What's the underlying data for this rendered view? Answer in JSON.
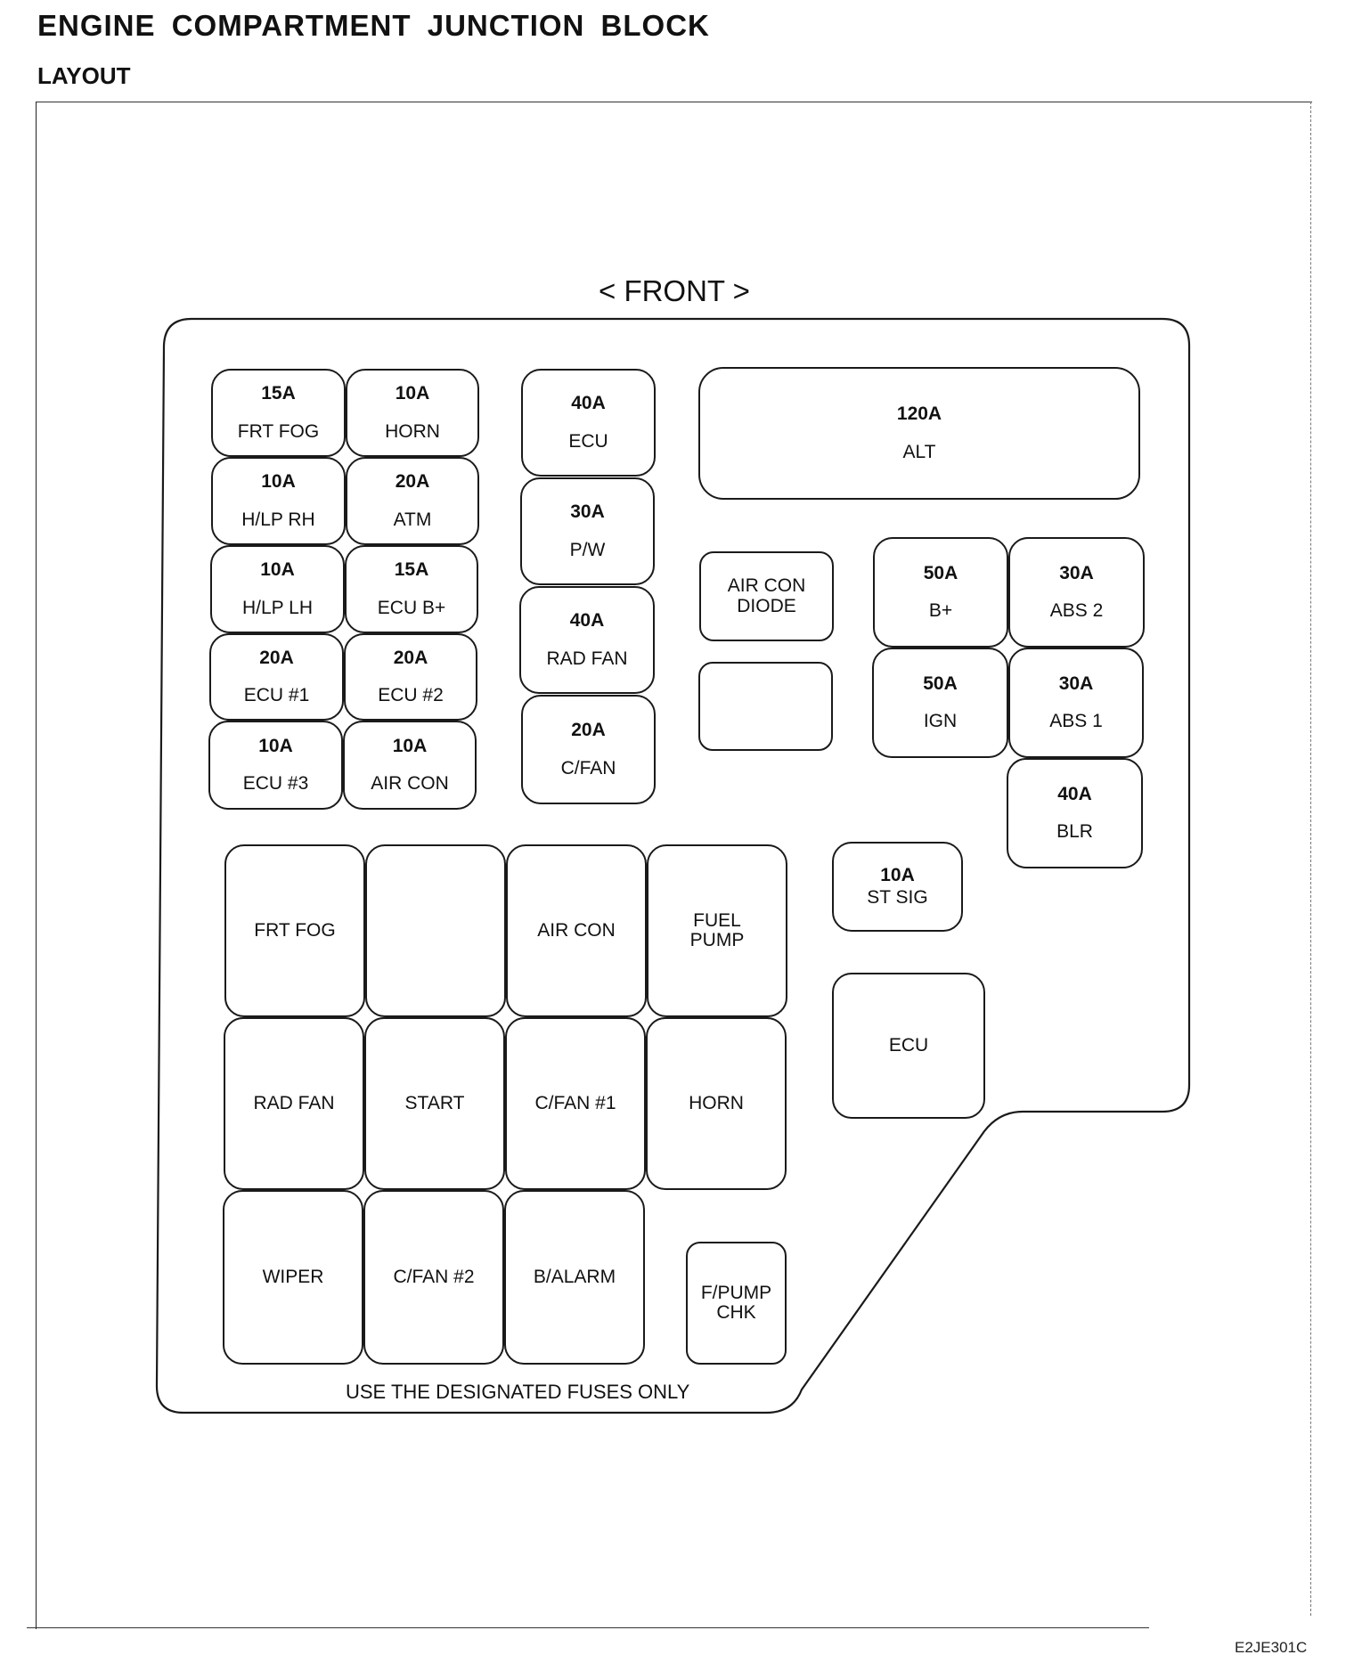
{
  "header": {
    "title": "ENGINE COMPARTMENT JUNCTION BLOCK",
    "subtitle": "LAYOUT"
  },
  "orientation_label": "< FRONT >",
  "note": "USE THE DESIGNATED FUSES ONLY",
  "figure_code": "E2JE301C",
  "fuses": [
    {
      "amp": "15A",
      "label": "FRT FOG"
    },
    {
      "amp": "10A",
      "label": "HORN"
    },
    {
      "amp": "10A",
      "label": "H/LP RH"
    },
    {
      "amp": "20A",
      "label": "ATM"
    },
    {
      "amp": "10A",
      "label": "H/LP LH"
    },
    {
      "amp": "15A",
      "label": "ECU B+"
    },
    {
      "amp": "20A",
      "label": "ECU #1"
    },
    {
      "amp": "20A",
      "label": "ECU #2"
    },
    {
      "amp": "10A",
      "label": "ECU #3"
    },
    {
      "amp": "10A",
      "label": "AIR CON"
    },
    {
      "amp": "40A",
      "label": "ECU"
    },
    {
      "amp": "30A",
      "label": "P/W"
    },
    {
      "amp": "40A",
      "label": "RAD FAN"
    },
    {
      "amp": "20A",
      "label": "C/FAN"
    },
    {
      "amp": "120A",
      "label": "ALT"
    },
    {
      "amp": "50A",
      "label": "B+"
    },
    {
      "amp": "30A",
      "label": "ABS 2"
    },
    {
      "amp": "50A",
      "label": "IGN"
    },
    {
      "amp": "30A",
      "label": "ABS 1"
    },
    {
      "amp": "40A",
      "label": "BLR"
    },
    {
      "amp": "10A",
      "label": "ST SIG"
    }
  ],
  "relays": [
    {
      "label": "AIR CON\nDIODE"
    },
    {
      "label": ""
    },
    {
      "label": "FRT FOG"
    },
    {
      "label": ""
    },
    {
      "label": "AIR CON"
    },
    {
      "label": "FUEL\nPUMP"
    },
    {
      "label": "RAD FAN"
    },
    {
      "label": "START"
    },
    {
      "label": "C/FAN #1"
    },
    {
      "label": "HORN"
    },
    {
      "label": "WIPER"
    },
    {
      "label": "C/FAN #2"
    },
    {
      "label": "B/ALARM"
    },
    {
      "label": "F/PUMP\nCHK"
    },
    {
      "label": "ECU"
    }
  ]
}
